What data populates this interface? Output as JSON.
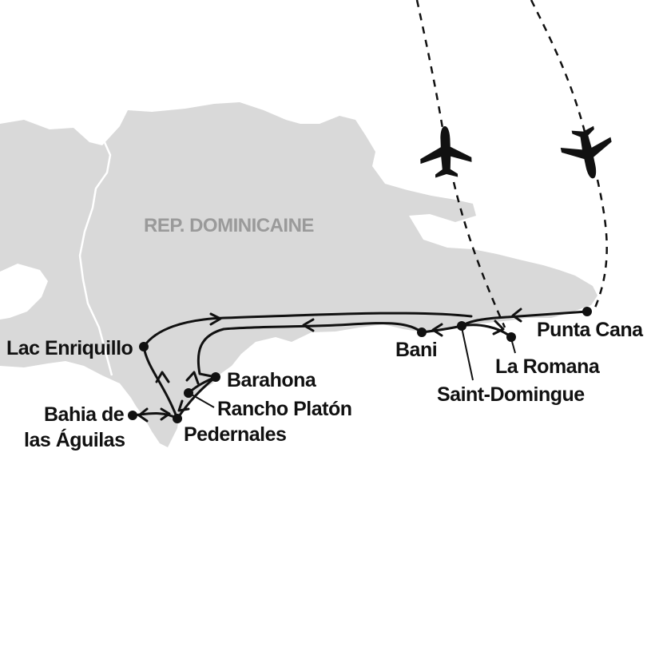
{
  "map": {
    "country_label": "REP. DOMINICAINE",
    "colors": {
      "land": "#d9d9d9",
      "border": "#ffffff",
      "route": "#111111",
      "label": "#111111",
      "country_label": "#9a9a9a",
      "background": "#ffffff"
    },
    "stops": [
      {
        "id": "lac-enriquillo",
        "name": "Lac Enriquillo"
      },
      {
        "id": "barahona",
        "name": "Barahona"
      },
      {
        "id": "rancho-platon",
        "name": "Rancho Platón"
      },
      {
        "id": "pedernales",
        "name": "Pedernales"
      },
      {
        "id": "bahia-line1",
        "name": "Bahia de"
      },
      {
        "id": "bahia-line2",
        "name": "las Águilas"
      },
      {
        "id": "bani",
        "name": "Bani"
      },
      {
        "id": "saint-domingue",
        "name": "Saint-Domingue"
      },
      {
        "id": "la-romana",
        "name": "La Romana"
      },
      {
        "id": "punta-cana",
        "name": "Punta Cana"
      }
    ],
    "icons": [
      "airplane-icon",
      "airplane-icon"
    ]
  }
}
